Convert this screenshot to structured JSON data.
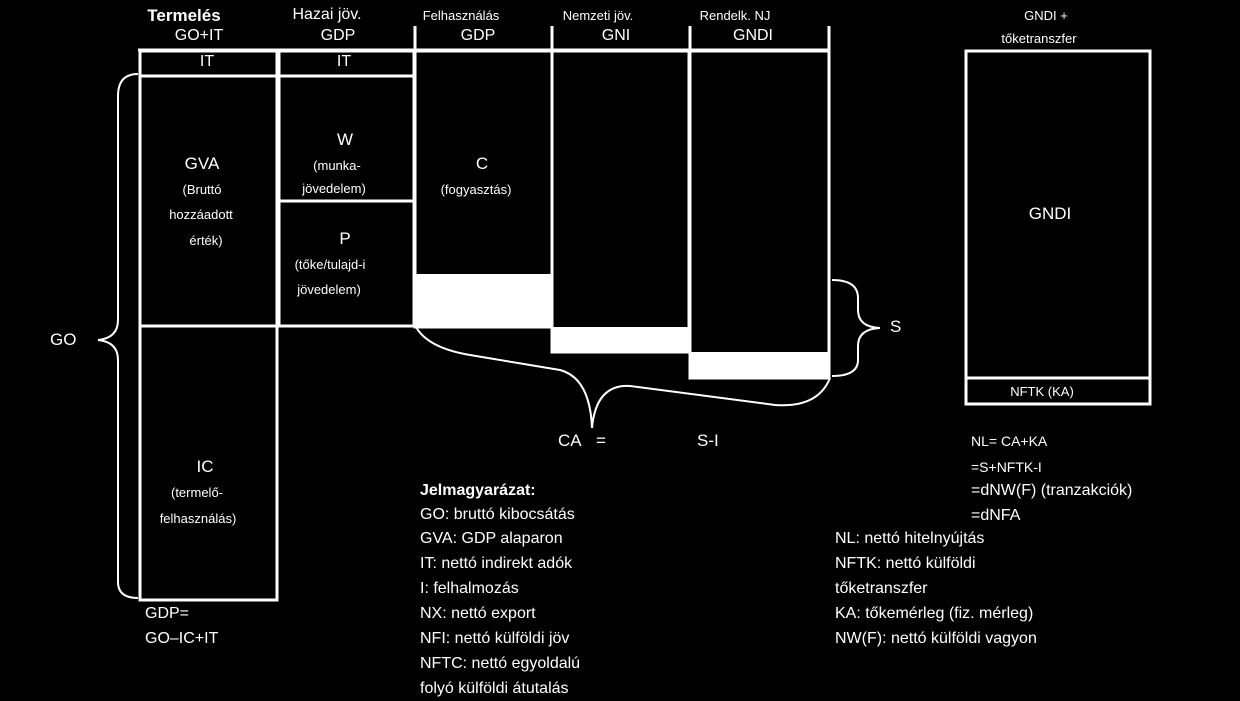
{
  "headers": {
    "termeles": "Termelés",
    "termeles_sub": "GO+IT",
    "hazai": "Hazai jöv.",
    "hazai_sub": "GDP",
    "felhasznalas": "Felhasználás",
    "felhasznalas_sub": "GDP",
    "nemzeti": "Nemzeti jöv.",
    "nemzeti_sub": "GNI",
    "rendelk": "Rendelk. NJ",
    "rendelk_sub": "GNDI",
    "gndi_plus": "GNDI +",
    "gndi_plus_sub": "tőketranszfer"
  },
  "col1": {
    "it": "IT",
    "gva": "GVA",
    "gva_desc1": "(Bruttó",
    "gva_desc2": "hozzáadott",
    "gva_desc3": "érték)",
    "ic": "IC",
    "ic_desc1": "(termelő-",
    "ic_desc2": "felhasználás)",
    "go": "GO",
    "gdp_formula1": "GDP=",
    "gdp_formula2": "GO–IC+IT"
  },
  "col2": {
    "it": "IT",
    "w": "W",
    "w_desc1": "(munka-",
    "w_desc2": "jövedelem)",
    "p": "P",
    "p_desc1": "(tőke/tulajd-i",
    "p_desc2": "jövedelem)"
  },
  "col3": {
    "c": "C",
    "c_desc": "(fogyasztás)"
  },
  "right_box": {
    "gndi": "GNDI",
    "nftk": "NFTK (KA)"
  },
  "brace_labels": {
    "s": "S",
    "ca": "CA",
    "eq": "=",
    "si": "S-I"
  },
  "nl_formula": [
    "NL= CA+KA",
    "=S+NFTK-I",
    "=dNW(F) (tranzakciók)",
    "=dNFA"
  ],
  "legend": {
    "title": "Jelmagyarázat:",
    "items": [
      "GO: bruttó kibocsátás",
      "GVA: GDP alaparon",
      "IT: nettó indirekt adók",
      "I: felhalmozás",
      "NX: nettó export",
      "NFI: nettó külföldi jöv",
      "NFTC: nettó egyoldalú",
      "folyó külföldi átutalás"
    ]
  },
  "legend2": [
    "NL: nettó hitelnyújtás",
    "NFTK: nettó külföldi",
    "tőketranszfer",
    "KA: tőkemérleg (fiz. mérleg)",
    "NW(F): nettó külföldi vagyon"
  ],
  "colors": {
    "background": "#000000",
    "foreground": "#ffffff"
  }
}
